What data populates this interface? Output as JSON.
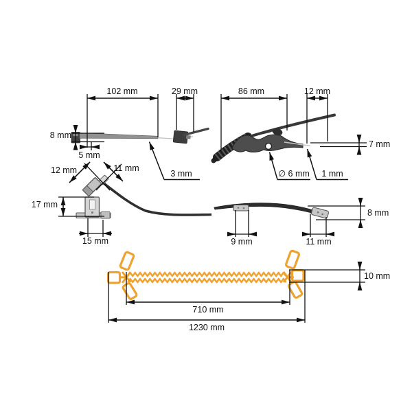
{
  "diagram": {
    "kind": "technical dimension drawing of wiper/cable parts",
    "unit": "mm",
    "colors": {
      "line": "#111111",
      "part_dark": "#3d3d3d",
      "part_gray": "#919191",
      "metal": "#c9c9c9",
      "accent_orange": "#EFA22F"
    },
    "figures": {
      "blade_top_left": {
        "length": "102 mm",
        "connector_width": "29 mm",
        "end_height": "8 mm",
        "end_width": "5 mm",
        "blade_thickness": "3 mm"
      },
      "arm_top_right": {
        "length": "86 mm",
        "tip_length": "12 mm",
        "tip_height": "7 mm",
        "hole_diameter": "∅ 6 mm",
        "wire_thickness": "1 mm"
      },
      "clip_mid_left": {
        "diag_width_left": "12 mm",
        "diag_width_right": "11 mm",
        "height": "17 mm",
        "base_width": "15 mm"
      },
      "strip_mid_right": {
        "left_clip_width": "9 mm",
        "right_clip_width": "11 mm",
        "end_height": "8 mm"
      },
      "band_bottom": {
        "inner_length": "710 mm",
        "total_length": "1230 mm",
        "height": "10 mm"
      }
    }
  }
}
